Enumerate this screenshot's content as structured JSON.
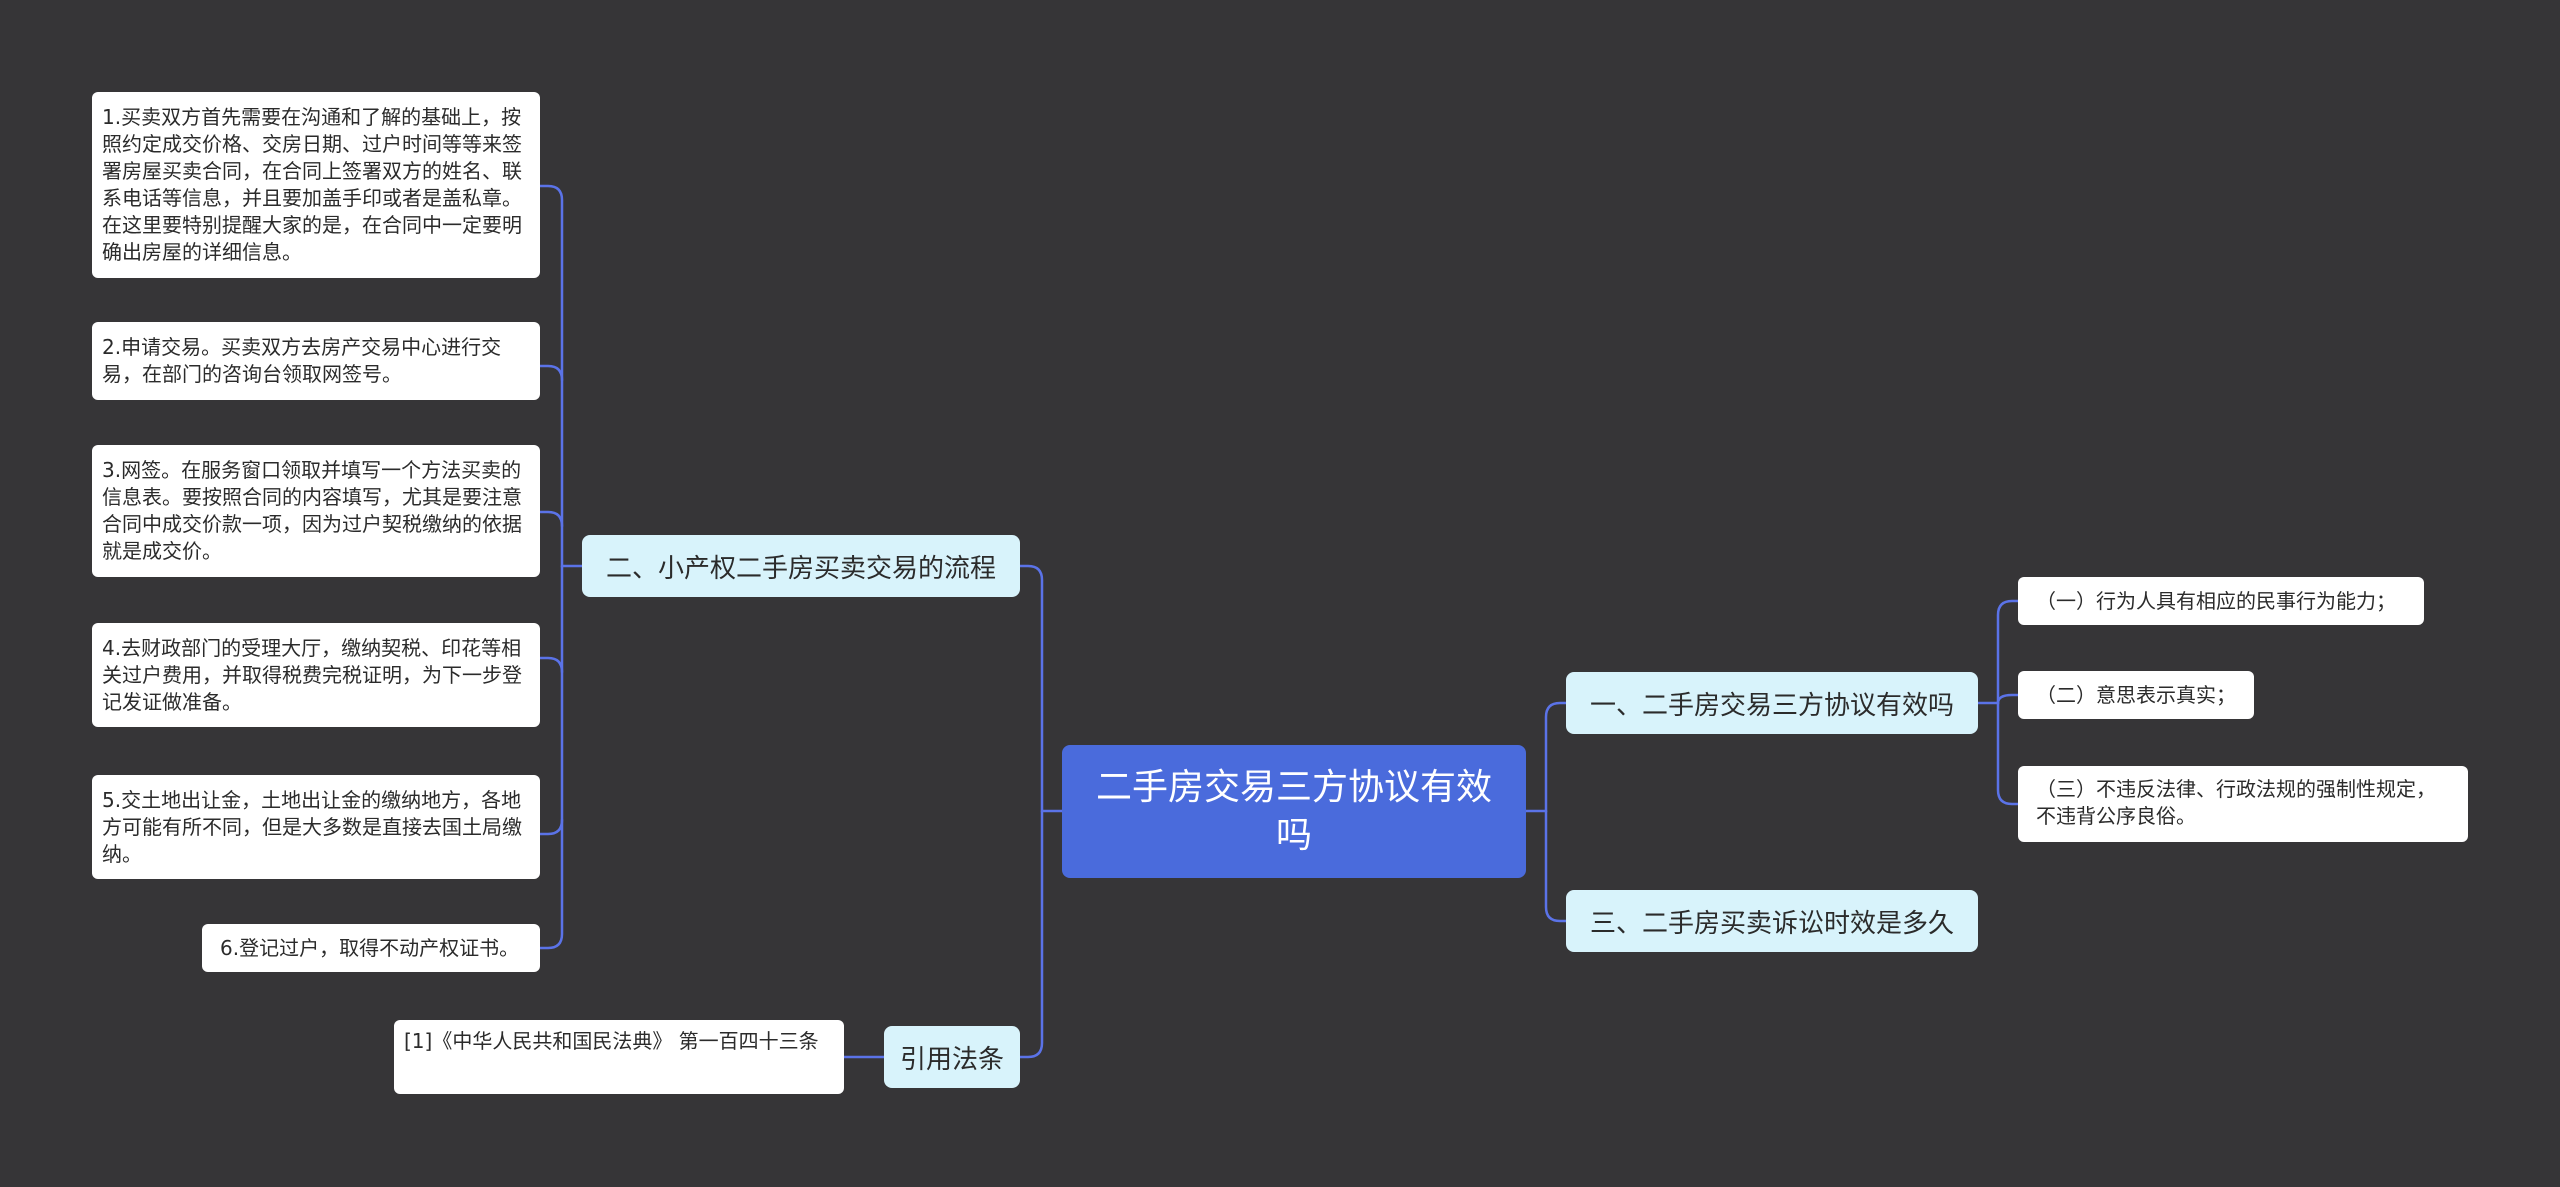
{
  "root": {
    "label": "二手房交易三方协议有效吗"
  },
  "branches": {
    "process": {
      "label": "二、小产权二手房买卖交易的流程"
    },
    "citation": {
      "label": "引用法条"
    },
    "validity": {
      "label": "一、二手房交易三方协议有效吗"
    },
    "limitation": {
      "label": "三、二手房买卖诉讼时效是多久"
    }
  },
  "process_steps": [
    "1.买卖双方首先需要在沟通和了解的基础上，按照约定成交价格、交房日期、过户时间等等来签署房屋买卖合同，在合同上签署双方的姓名、联系电话等信息，并且要加盖手印或者是盖私章。在这里要特别提醒大家的是，在合同中一定要明确出房屋的详细信息。",
    "2.申请交易。买卖双方去房产交易中心进行交易，在部门的咨询台领取网签号。",
    "3.网签。在服务窗口领取并填写一个方法买卖的信息表。要按照合同的内容填写，尤其是要注意合同中成交价款一项，因为过户契税缴纳的依据就是成交价。",
    "4.去财政部门的受理大厅，缴纳契税、印花等相关过户费用，并取得税费完税证明，为下一步登记发证做准备。",
    "5.交土地出让金，土地出让金的缴纳地方，各地方可能有所不同，但是大多数是直接去国土局缴纳。",
    "6.登记过户，取得不动产权证书。"
  ],
  "citations": [
    "[1]《中华人民共和国民法典》 第一百四十三条"
  ],
  "validity_conditions": [
    "（一）行为人具有相应的民事行为能力；",
    "（二）意思表示真实；",
    "（三）不违反法律、行政法规的强制性规定，不违背公序良俗。"
  ],
  "colors": {
    "background": "#363537",
    "root_fill": "#4a6bdc",
    "branch_fill": "#d8f3fb",
    "leaf_fill": "#ffffff",
    "connector": "#5b73e8"
  }
}
